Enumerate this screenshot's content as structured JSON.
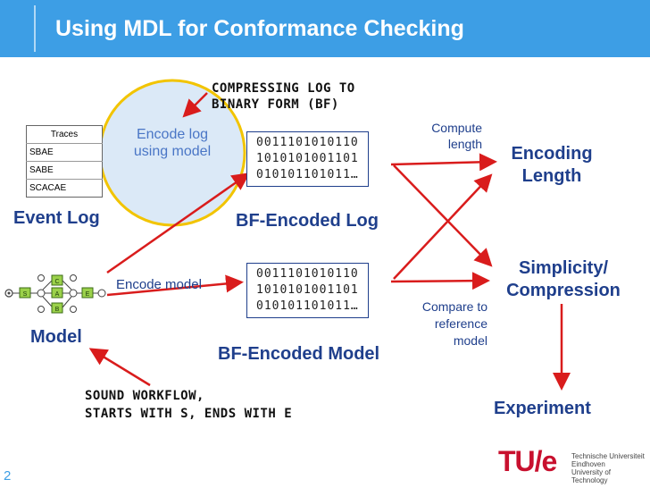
{
  "header": {
    "title": "Using MDL for Conformance Checking"
  },
  "annotations": {
    "compress_line1": "Compressing log to",
    "compress_line2": "binary form (BF)",
    "workflow_line1": "Sound workflow,",
    "workflow_line2": "starts with S, ends with E"
  },
  "event_log": {
    "table_header": "Traces",
    "traces": [
      "SBAE",
      "SABE",
      "SCACAE"
    ],
    "label": "Event Log"
  },
  "encode_log_label_line1": "Encode log",
  "encode_log_label_line2": "using model",
  "encode_model_label": "Encode model",
  "bf_log": {
    "bits": [
      "0011101010110",
      "1010101001101",
      "010101101011…"
    ],
    "label": "BF-Encoded Log"
  },
  "bf_model": {
    "bits": [
      "0011101010110",
      "1010101001101",
      "010101101011…"
    ],
    "label": "BF-Encoded Model"
  },
  "model": {
    "label": "Model",
    "nodes": [
      "S",
      "A",
      "C",
      "B",
      "E"
    ]
  },
  "compute_length_line1": "Compute",
  "compute_length_line2": "length",
  "compare_line1": "Compare to",
  "compare_line2": "reference",
  "compare_line3": "model",
  "encoding_length_line1": "Encoding",
  "encoding_length_line2": "Length",
  "simplicity_line1": "Simplicity/",
  "simplicity_line2": "Compression",
  "experiment": "Experiment",
  "slide_number": "2",
  "logo": {
    "mark": "TU/e",
    "line1": "Technische Universiteit",
    "line2": "Eindhoven",
    "line3": "University of Technology"
  },
  "colors": {
    "header": "#3d9ee5",
    "blue_text": "#1f3f8c",
    "red": "#d91c1c",
    "circle_fill": "#dbe9f7",
    "circle_stroke": "#f2c400"
  }
}
